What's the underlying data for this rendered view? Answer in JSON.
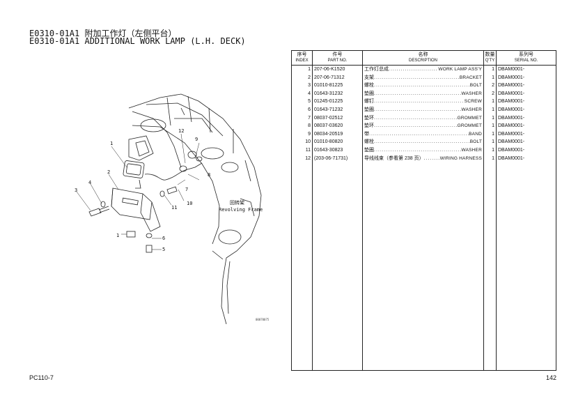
{
  "title": {
    "cn": "E0310-01A1 附加工作灯（左侧平台）",
    "en": "E0310-01A1 ADDITIONAL WORK LAMP (L.H. DECK)"
  },
  "table": {
    "headers": [
      {
        "cn": "序号",
        "en": "INDEX"
      },
      {
        "cn": "件号",
        "en": "PART NO."
      },
      {
        "cn": "名称",
        "en": "DESCRIPTION"
      },
      {
        "cn": "数量",
        "en": "Q'TY"
      },
      {
        "cn": "系列号",
        "en": "SERIAL NO."
      }
    ],
    "rows": [
      {
        "index": "1",
        "part_no": "207-06-K1520",
        "desc_cn": "工作灯总成",
        "desc_en": "WORK LAMP ASS'Y",
        "qty": "1",
        "serial": "DBAM0001-"
      },
      {
        "index": "2",
        "part_no": "207-06-71312",
        "desc_cn": "支架",
        "desc_en": "BRACKET",
        "qty": "1",
        "serial": "DBAM0001-"
      },
      {
        "index": "3",
        "part_no": "01010-81225",
        "desc_cn": "螺栓",
        "desc_en": "BOLT",
        "qty": "2",
        "serial": "DBAM0001-"
      },
      {
        "index": "4",
        "part_no": "01643-31232",
        "desc_cn": "垫圈",
        "desc_en": "WASHER",
        "qty": "2",
        "serial": "DBAM0001-"
      },
      {
        "index": "5",
        "part_no": "01245-01225",
        "desc_cn": "螺钉",
        "desc_en": "SCREW",
        "qty": "1",
        "serial": "DBAM0001-"
      },
      {
        "index": "6",
        "part_no": "01643-71232",
        "desc_cn": "垫圈",
        "desc_en": "WASHER",
        "qty": "1",
        "serial": "DBAM0001-"
      },
      {
        "index": "7",
        "part_no": "08037-02512",
        "desc_cn": "垫环",
        "desc_en": "GROMMET",
        "qty": "1",
        "serial": "DBAM0001-"
      },
      {
        "index": "8",
        "part_no": "08037-03620",
        "desc_cn": "垫环",
        "desc_en": "GROMMET",
        "qty": "1",
        "serial": "DBAM0001-"
      },
      {
        "index": "9",
        "part_no": "08034-20519",
        "desc_cn": "带",
        "desc_en": "BAND",
        "qty": "1",
        "serial": "DBAM0001-"
      },
      {
        "index": "10",
        "part_no": "01010-80820",
        "desc_cn": "螺栓",
        "desc_en": "BOLT",
        "qty": "1",
        "serial": "DBAM0001-"
      },
      {
        "index": "11",
        "part_no": "01643-30823",
        "desc_cn": "垫圈",
        "desc_en": "WASHER",
        "qty": "1",
        "serial": "DBAM0001-"
      },
      {
        "index": "12",
        "part_no": "(203-06-71731)",
        "desc_cn": "导线线束（参看第 238 页）",
        "desc_en": "WIRING HARNESS",
        "qty": "1",
        "serial": "DBAM0001-"
      }
    ]
  },
  "drawing": {
    "label_cn": "回转架",
    "label_en": "Revolving Frame",
    "ref_code": "00070075",
    "callouts": [
      "1",
      "2",
      "3",
      "4",
      "5",
      "6",
      "7",
      "8",
      "9",
      "10",
      "11",
      "12",
      "1"
    ]
  },
  "footer": {
    "model": "PC110-7",
    "page": "142"
  }
}
